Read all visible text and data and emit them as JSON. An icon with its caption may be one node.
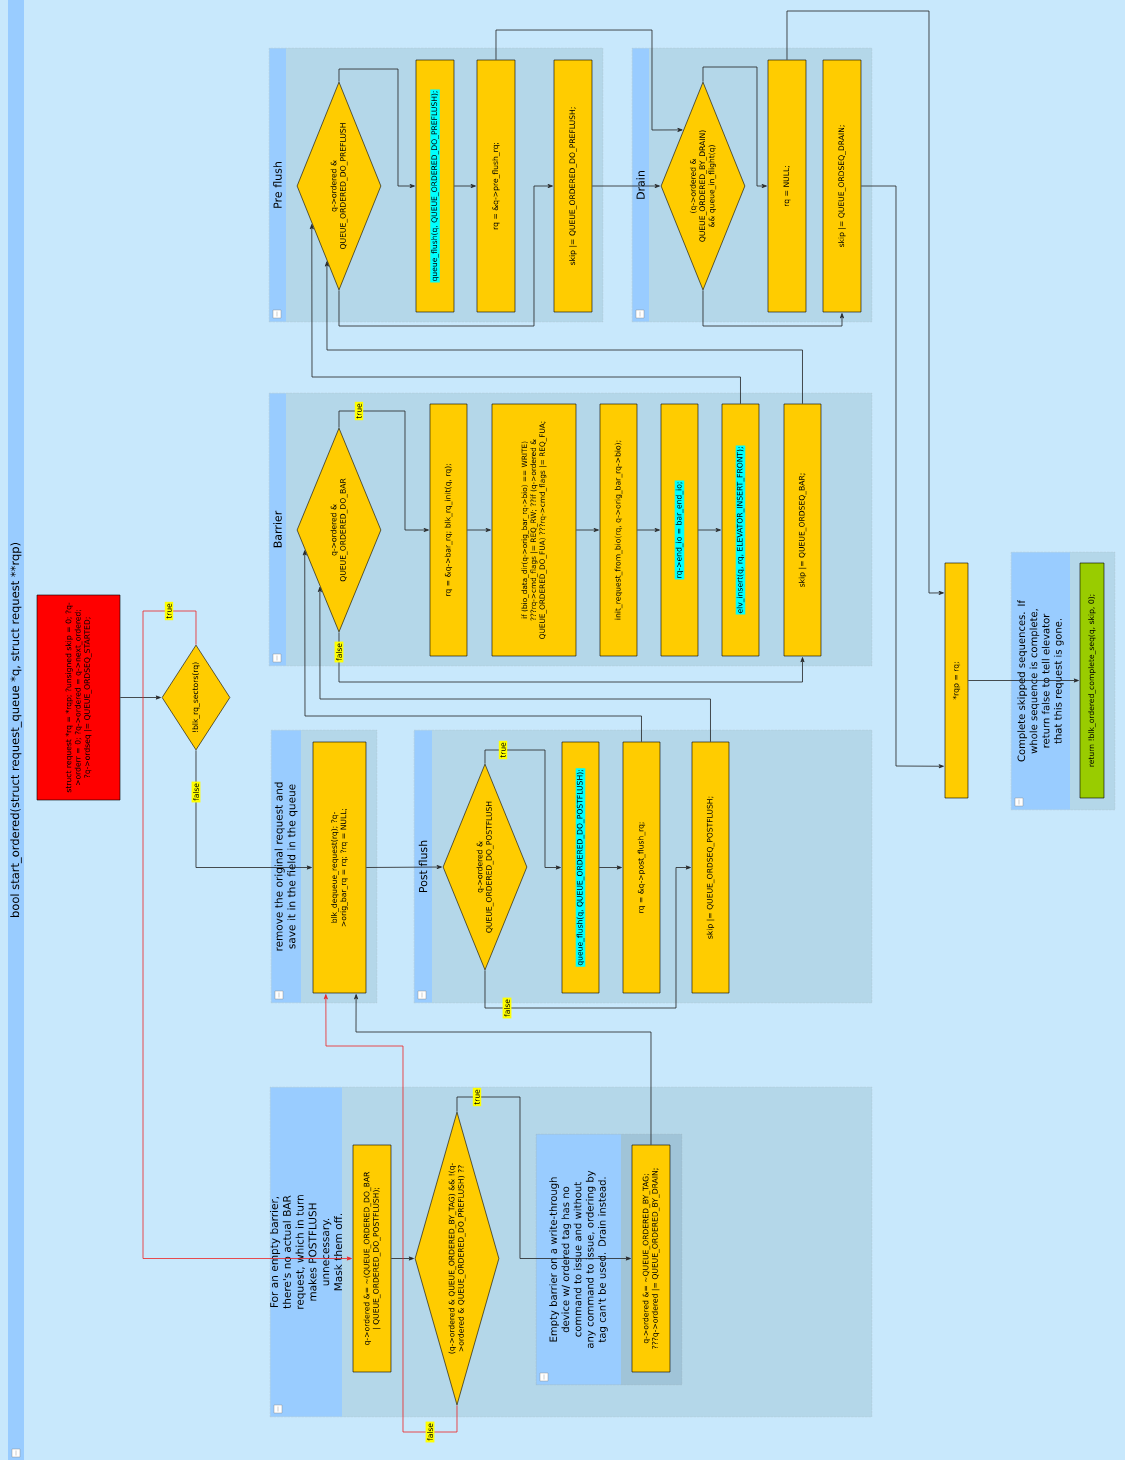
{
  "diagram": {
    "title": "bool start_ordered(struct request_queue *q, struct request **rqp)",
    "nodes": [
      {
        "text": [
          "struct request *rq = *rqp; ?unsigned skip = 0; ?q->orderr = 0; ?q->ordered = q->next_ordered; ?q->ordseq |= QUEUE_ORDSEQ_STARTED;"
        ]
      },
      {
        "text": [
          "!blk_rq_sectors(rq)"
        ]
      },
      {
        "text": [
          "remove the original request and save it in the field in the queue"
        ]
      },
      {
        "text": [
          "blk_dequeue_request(rq); ?q->orig_bar_rq = rq; ?rq = NULL;"
        ],
        "in": 2
      },
      {
        "text": [
          "Post flush"
        ]
      },
      {
        "text": [
          "q->ordered & QUEUE_ORDERED_DO_POSTFLUSH"
        ],
        "in": 4
      },
      {
        "text": [
          "queue_flush(q, QUEUE_ORDERED_DO_POSTFLUSH);"
        ],
        "in": 4
      },
      {
        "text": [
          "rq = &q->post_flush_rq;"
        ],
        "in": 4
      },
      {
        "text": [
          "skip |= QUEUE_ORDSEQ_POSTFLUSH;"
        ],
        "in": 4
      },
      {
        "text": [
          "Barrier"
        ]
      },
      {
        "text": [
          "q->ordered & QUEUE_ORDERED_DO_BAR"
        ],
        "in": 9
      },
      {
        "text": [
          "rq = &q->bar_rq; blk_rq_init(q, rq);"
        ],
        "in": 9
      },
      {
        "text": [
          "if (bio_data_dir(q->orig_bar_rq->bio) == WRITE) ???rq->cmd_flags |= REQ_RW; ??if (q->ordered & QUEUE_ORDERED_DO_FUA) ???rq->cmd_flags |= REQ_FUA;"
        ],
        "in": 9
      },
      {
        "text": [
          "init_request_from_bio(rq, q->orig_bar_rq->bio);"
        ],
        "in": 9
      },
      {
        "text": [
          "rq->end_io = bar_end_io;"
        ],
        "in": 9
      },
      {
        "text": [
          "elv_insert(q, rq, ELEVATOR_INSERT_FRONT);"
        ],
        "in": 9
      },
      {
        "text": [
          "skip |= QUEUE_ORDSEQ_BAR;"
        ],
        "in": 9
      },
      {
        "text": [
          "Pre flush"
        ]
      },
      {
        "text": [
          "q->ordered & QUEUE_ORDERED_DO_PREFLUSH"
        ],
        "in": 17
      },
      {
        "text": [
          "queue_flush(q, QUEUE_ORDERED_DO_PREFLUSH);"
        ],
        "in": 17
      },
      {
        "text": [
          "rq = &q->pre_flush_rq;"
        ],
        "in": 17
      },
      {
        "text": [
          "skip |= QUEUE_ORDERED_DO_PREFLUSH;"
        ],
        "in": 17
      },
      {
        "text": [
          "Drain"
        ]
      },
      {
        "text": [
          "(q->ordered & QUEUE_ORDERED_BY_DRAIN) && queue_in_flight(q)"
        ],
        "in": 22
      },
      {
        "text": [
          "rq = NULL;"
        ],
        "in": 22
      },
      {
        "text": [
          "skip |= QUEUE_ORDSEQ_DRAIN;"
        ],
        "in": 22
      },
      {
        "text": [
          "*rqp = rq;"
        ]
      },
      {
        "text": [
          "Complete skipped sequences. If whole sequence is complete, return false to tell elevator that this request is gone."
        ]
      },
      {
        "text": [
          "return !blk_ordered_complete_seq(q, skip, 0);"
        ],
        "in": 27
      },
      {
        "text": [
          "For an empty barrier, there's no actual BAR request, which in turn makes POSTFLUSH unnecessary. Mask them off."
        ]
      },
      {
        "text": [
          "q->ordered &= ~(QUEUE_ORDERED_DO_BAR | QUEUE_ORDERED_DO_POSTFLUSH);"
        ],
        "in": 29
      },
      {
        "text": [
          "(q->ordered & QUEUE_ORDERED_BY_TAG) && !(q->ordered & QUEUE_ORDERED_DO_PREFLUSH) ??"
        ],
        "in": 29
      },
      {
        "text": [
          "Empty barrier on a write-through device w/ ordered tag has no command to issue and without any command to issue, ordering by tag can't be used. Drain instead."
        ],
        "in": 29
      },
      {
        "text": [
          "q->ordered &= ~QUEUE_ORDERED_BY_TAG; ???q->ordered |= QUEUE_ORDERED_BY_DRAIN;"
        ],
        "in": 32
      }
    ],
    "edges": [
      {
        "from": 0,
        "to": 1,
        "arrow": "to"
      },
      {
        "from": 1,
        "to": 30,
        "arrow": "to",
        "label": "true",
        "color": "#ee2222"
      },
      {
        "from": 1,
        "to": 3,
        "arrow": "to",
        "label": "false"
      },
      {
        "from": 3,
        "to": 5,
        "arrow": "to"
      },
      {
        "from": 5,
        "to": 6,
        "arrow": "to",
        "label": "true"
      },
      {
        "from": 6,
        "to": 7,
        "arrow": "to"
      },
      {
        "from": 5,
        "to": 8,
        "arrow": "to",
        "label": "false"
      },
      {
        "from": 7,
        "to": 10,
        "arrow": "to"
      },
      {
        "from": 8,
        "to": 10,
        "arrow": "to"
      },
      {
        "from": 10,
        "to": 11,
        "arrow": "to",
        "label": "true"
      },
      {
        "from": 11,
        "to": 12,
        "arrow": "to"
      },
      {
        "from": 12,
        "to": 13,
        "arrow": "to"
      },
      {
        "from": 13,
        "to": 14,
        "arrow": "to"
      },
      {
        "from": 14,
        "to": 15,
        "arrow": "to"
      },
      {
        "from": 10,
        "to": 16,
        "arrow": "to",
        "label": "false"
      },
      {
        "from": 15,
        "to": 18,
        "arrow": "to"
      },
      {
        "from": 16,
        "to": 18,
        "arrow": "to"
      },
      {
        "from": 18,
        "to": 19,
        "arrow": "to"
      },
      {
        "from": 19,
        "to": 20,
        "arrow": "to"
      },
      {
        "from": 18,
        "to": 21,
        "arrow": "to"
      },
      {
        "from": 20,
        "to": 23,
        "arrow": "to"
      },
      {
        "from": 21,
        "to": 23,
        "arrow": "to"
      },
      {
        "from": 23,
        "to": 24,
        "arrow": "to"
      },
      {
        "from": 23,
        "to": 25,
        "arrow": "to"
      },
      {
        "from": 24,
        "to": 26,
        "arrow": "to"
      },
      {
        "from": 25,
        "to": 26,
        "arrow": "to"
      },
      {
        "from": 26,
        "to": 28,
        "arrow": "to"
      },
      {
        "from": 30,
        "to": 31,
        "arrow": "to"
      },
      {
        "from": 31,
        "to": 33,
        "arrow": "to",
        "label": "true"
      },
      {
        "from": 31,
        "to": 3,
        "arrow": "to",
        "label": "false",
        "color": "#ee2222"
      },
      {
        "from": 33,
        "to": 3,
        "arrow": "to"
      }
    ]
  }
}
